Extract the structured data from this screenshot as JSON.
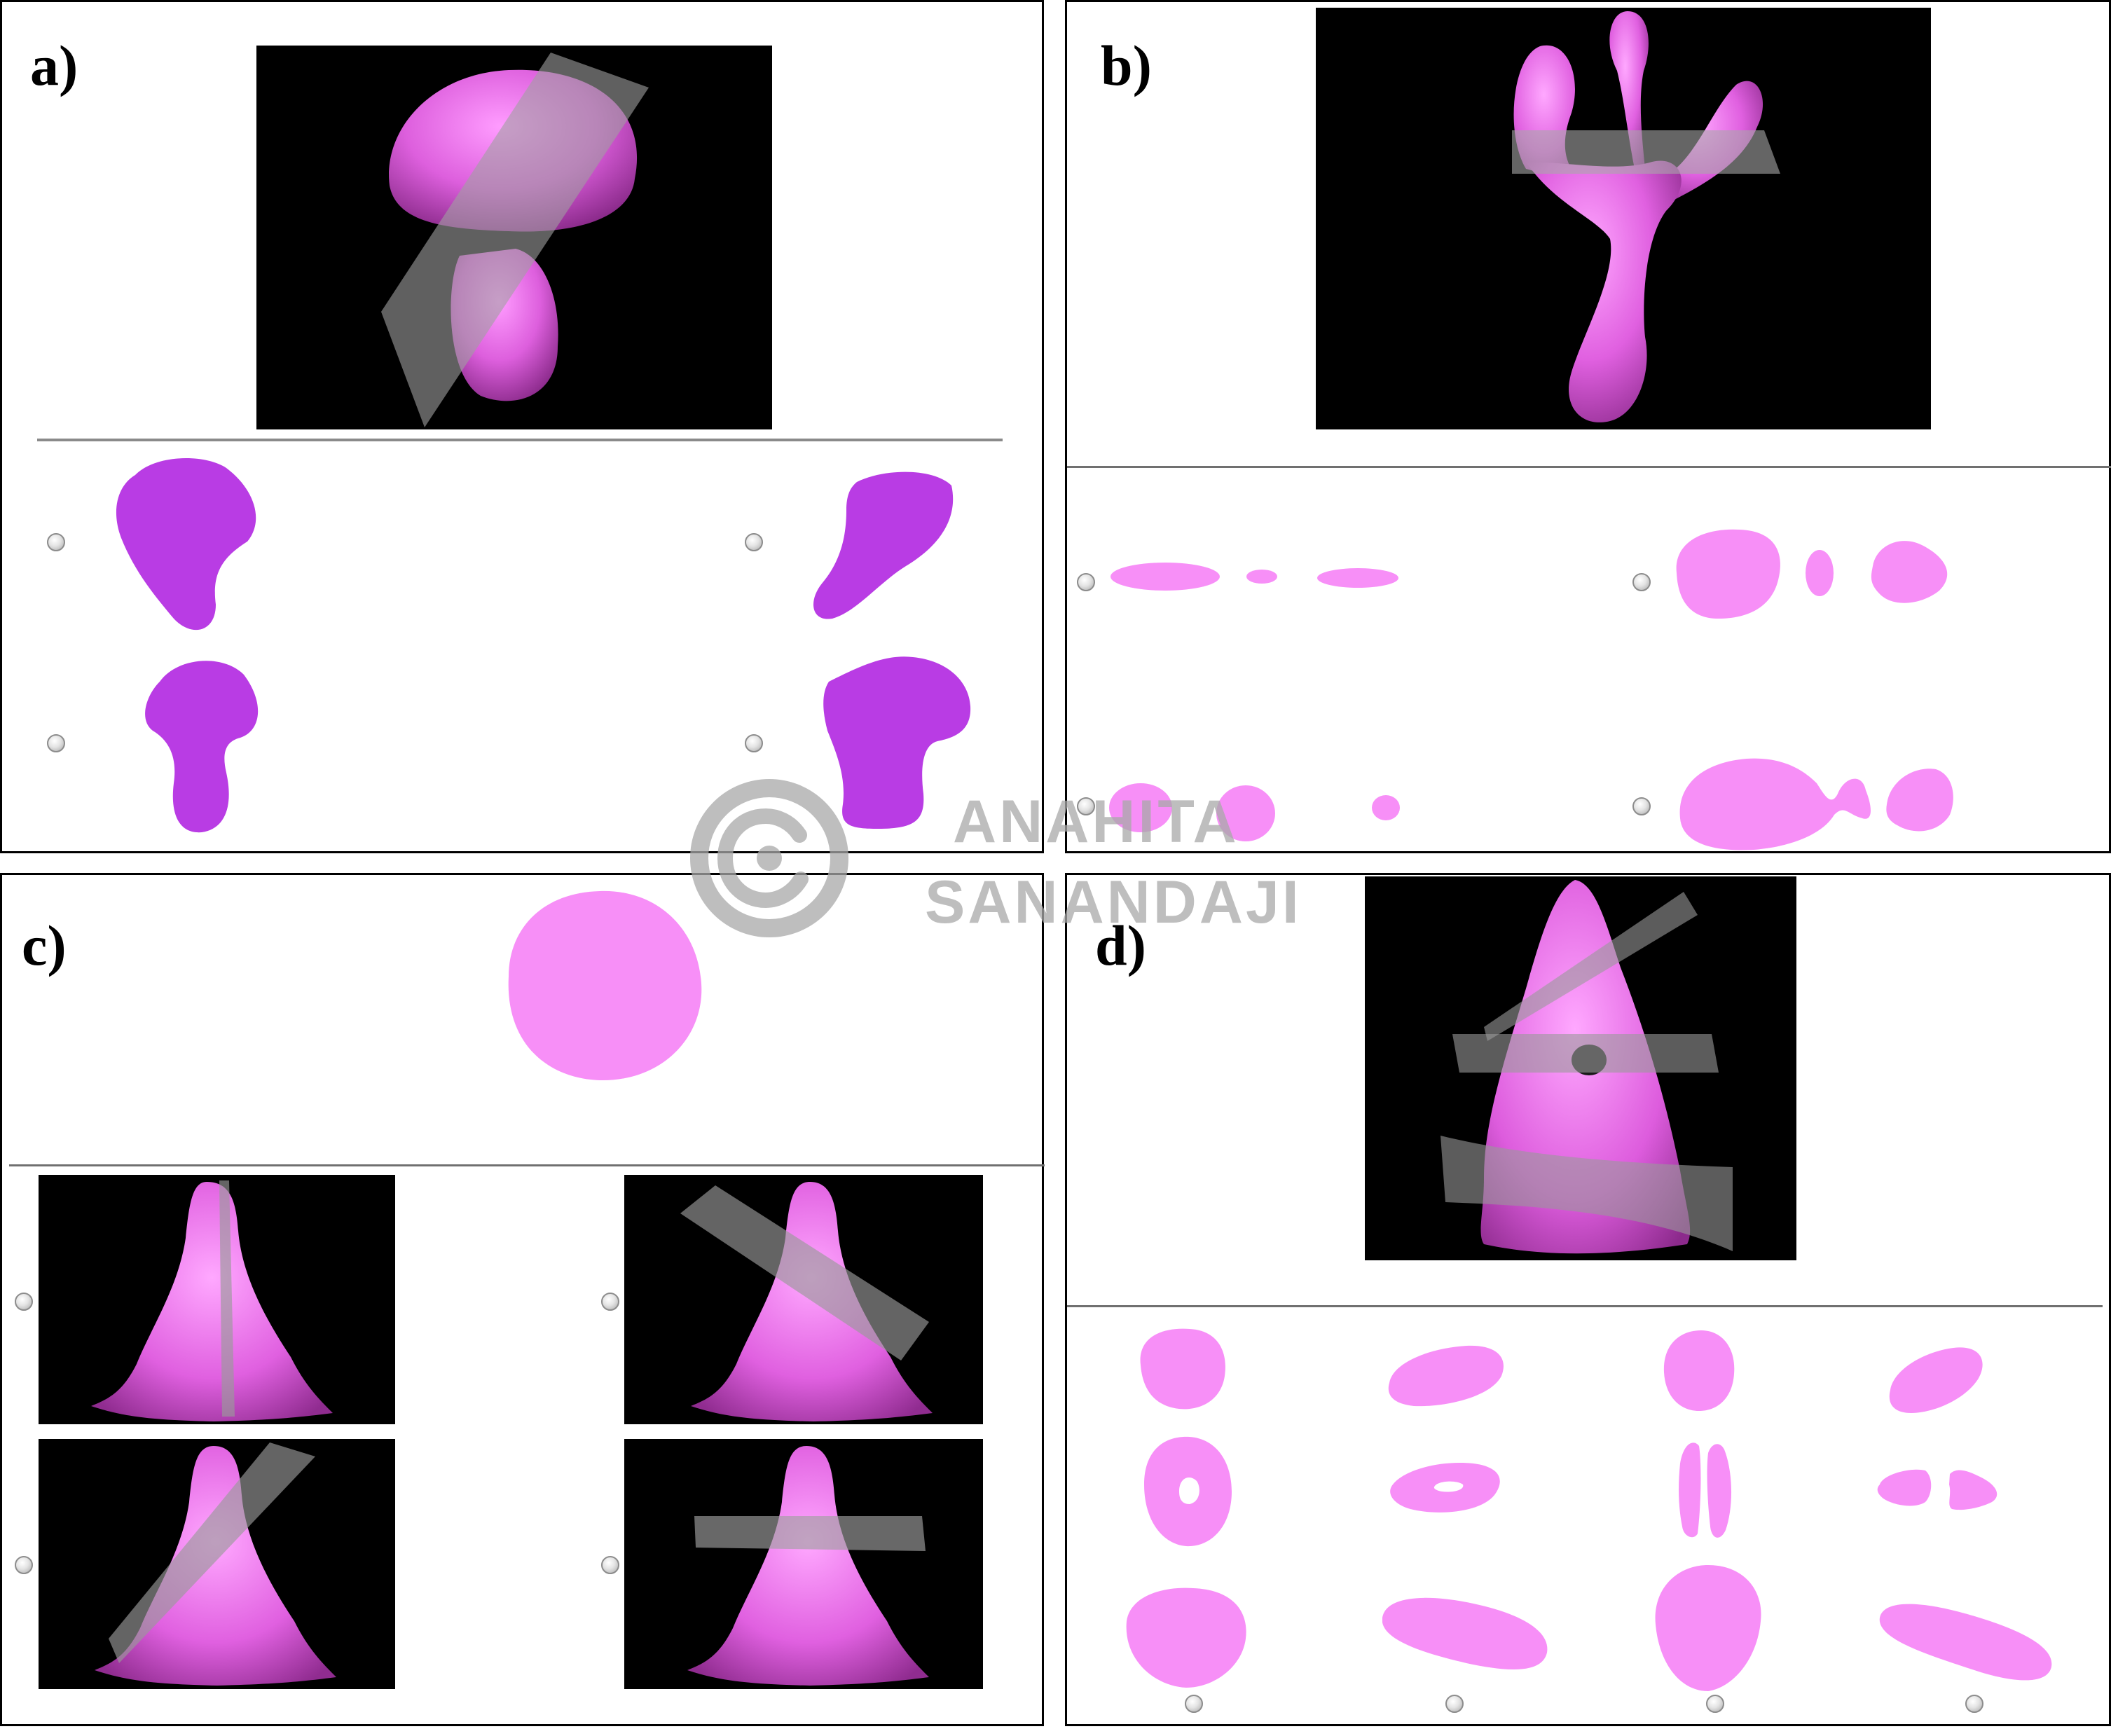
{
  "panels": {
    "a": {
      "label": "a)"
    },
    "b": {
      "label": "b)"
    },
    "c": {
      "label": "c)"
    },
    "d": {
      "label": "d)"
    }
  },
  "colors": {
    "shape_purple": "#b93ce4",
    "shape_pink": "#f78ff7",
    "model_pink": "#e866e8",
    "plane_gray": "#9a9a9a",
    "divider_gray": "#8a8a8a",
    "watermark_gray": "#a9a9a9"
  },
  "watermark": {
    "line1": "ANAHITA",
    "line2": "SANANDAJI",
    "icon": "copyright-icon"
  }
}
